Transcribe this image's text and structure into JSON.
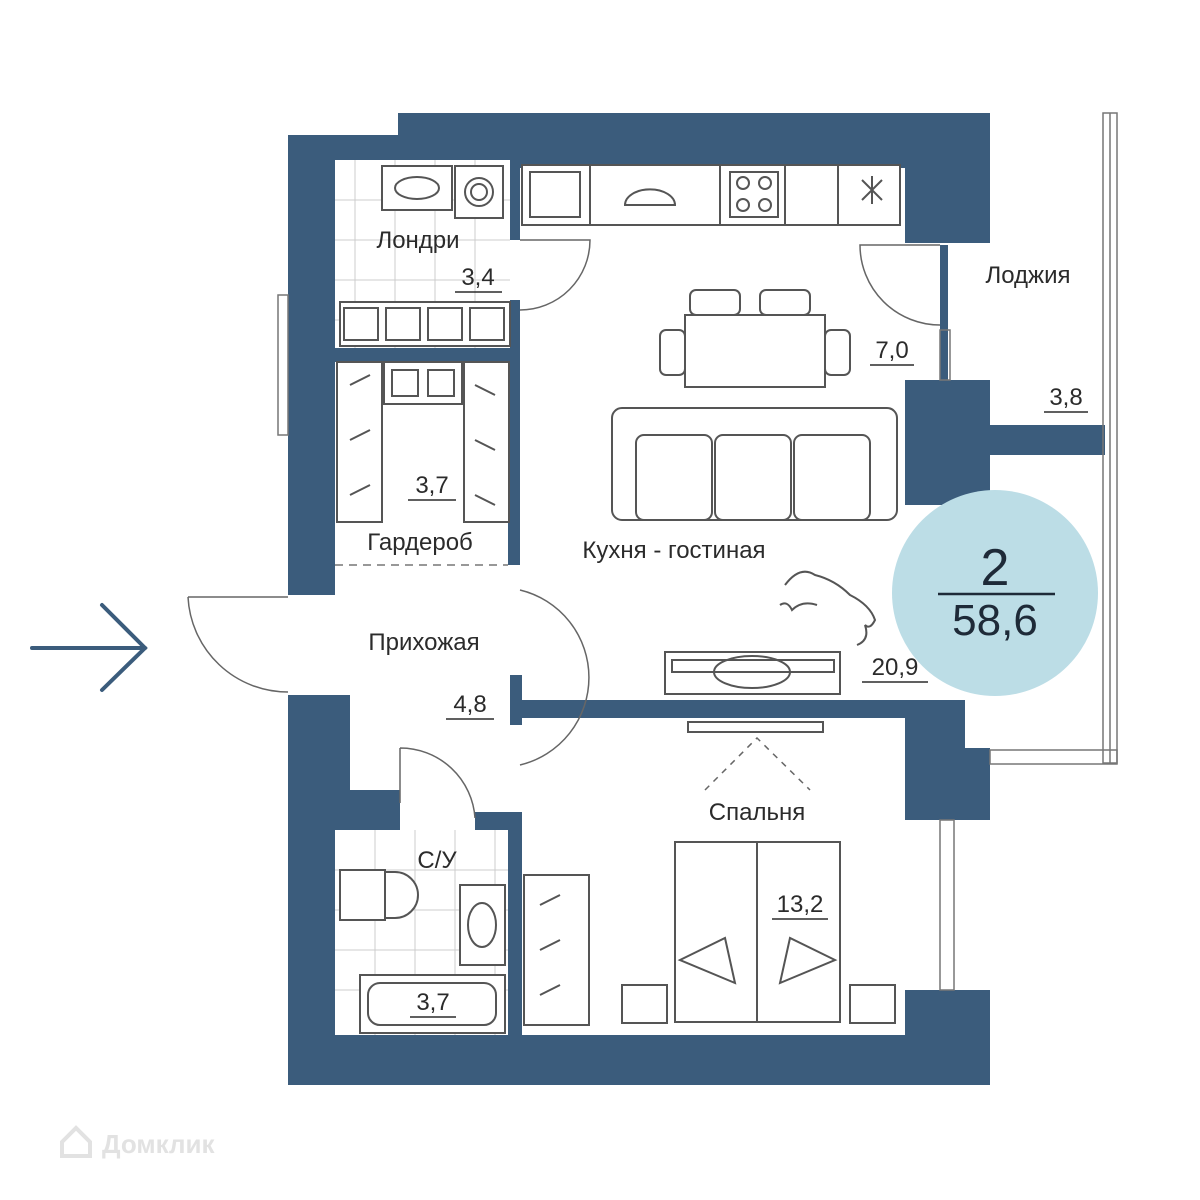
{
  "plan": {
    "rooms_count": "2",
    "total_area": "58,6",
    "colors": {
      "wall": "#3b5c7c",
      "badge": "#bcdde6",
      "arrow": "#3b5c7c",
      "furniture_stroke": "#555555"
    },
    "rooms": {
      "laundry": {
        "name": "Лондри",
        "area": "3,4"
      },
      "wardrobe": {
        "name": "Гардероб",
        "area": "3,7"
      },
      "hallway": {
        "name": "Прихожая",
        "area": "4,8"
      },
      "kitchen": {
        "name": "Кухня - гостиная",
        "area": "20,9",
        "dining_area": "7,0"
      },
      "loggia": {
        "name": "Лоджия",
        "area": "3,8"
      },
      "bathroom": {
        "name": "С/У",
        "area": "3,7"
      },
      "bedroom": {
        "name": "Спальня",
        "area": "13,2"
      }
    },
    "entrance_icon": "arrow-right-icon"
  },
  "watermark": {
    "text": "Домклик",
    "icon": "house-logo-icon"
  }
}
